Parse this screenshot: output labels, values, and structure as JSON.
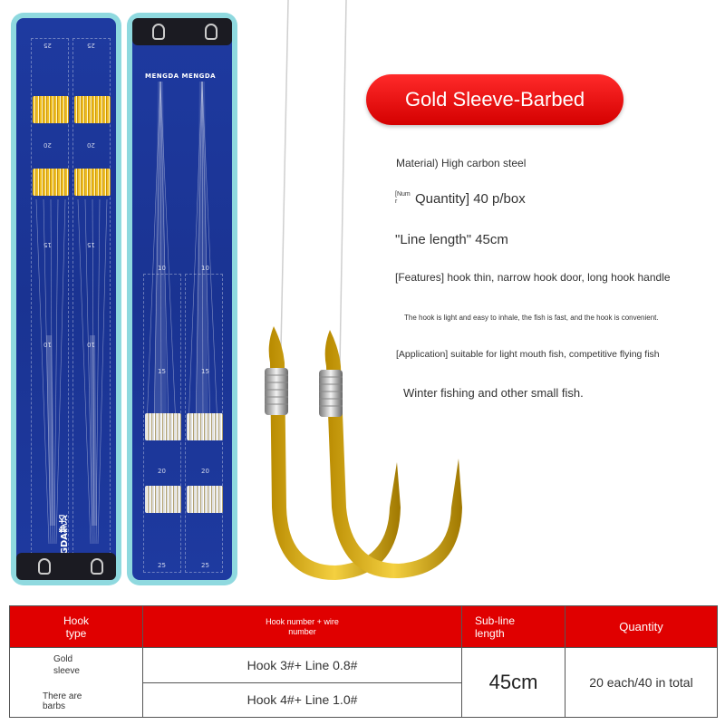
{
  "box_left": {
    "ticks": [
      "25",
      "25",
      "20",
      "20",
      "15",
      "15",
      "10",
      "10"
    ],
    "brand_vertical": "MENGDA梦达"
  },
  "box_right": {
    "brand": "MENGDA MENGDA",
    "ticks": [
      "10",
      "10",
      "15",
      "15",
      "20",
      "20",
      "25",
      "25"
    ]
  },
  "title": "Gold Sleeve-Barbed",
  "specs": {
    "material": "Material) High carbon steel",
    "quantity_note": "[Num r",
    "quantity": "Quantity] 40 p/box",
    "line_length": "\"Line length\" 45cm",
    "features": "[Features] hook thin, narrow hook door, long hook handle",
    "features_detail": "The hook is light and easy to inhale, the fish is fast, and the hook is convenient.",
    "application": "[Application] suitable for light mouth fish, competitive flying fish",
    "application_detail": "Winter fishing and other small fish."
  },
  "table": {
    "headers": {
      "hook_type": "Hook type",
      "hook_wire": "Hook number + wire number",
      "sub_line": "Sub-line length",
      "quantity": "Quantity"
    },
    "type_line1": "Gold sleeve",
    "type_line2": "There are barbs",
    "row1_spec": "Hook 3#+ Line 0.8#",
    "row2_spec": "Hook 4#+ Line 1.0#",
    "length": "45cm",
    "quantity": "20 each/40 in total"
  },
  "colors": {
    "accent_red": "#e00000",
    "box_blue": "#1e3aa0",
    "box_frame": "#8fd9df",
    "hook_gold": "#e8b820"
  }
}
